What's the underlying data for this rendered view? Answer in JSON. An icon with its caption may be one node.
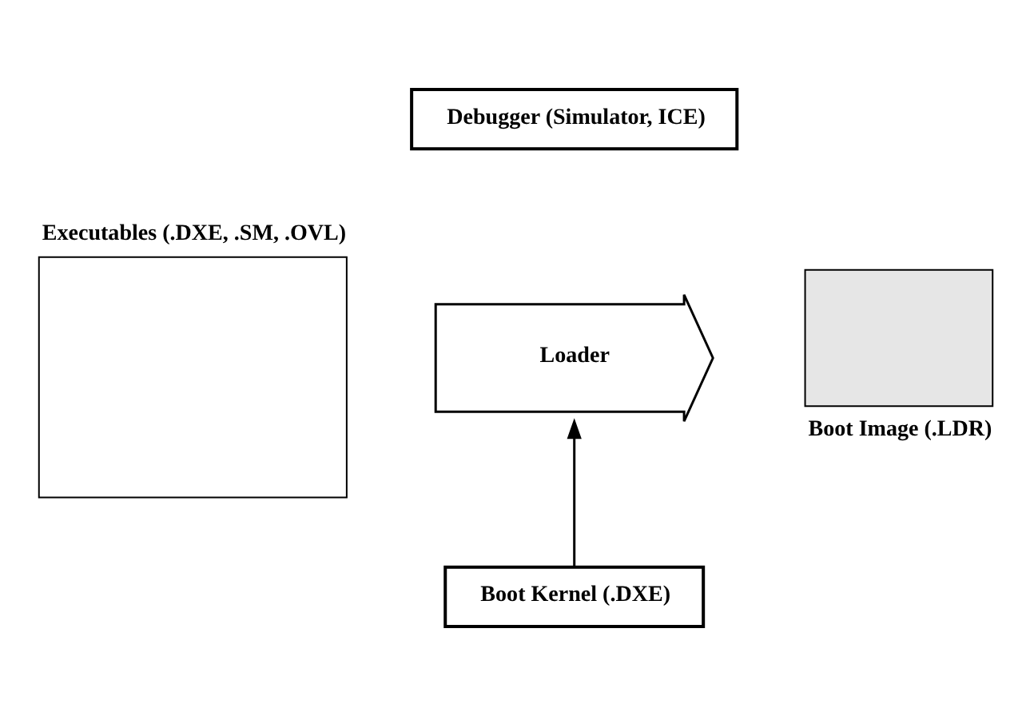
{
  "diagram": {
    "nodes": [
      {
        "text": [
          "Executables (.DXE, .SM, .OVL)"
        ]
      },
      {
        "text": [
          "Debugger (Simulator, ICE)"
        ]
      },
      {
        "text": [
          "Loader"
        ]
      },
      {
        "text": [
          "Boot Image (.LDR)"
        ]
      },
      {
        "text": [
          "Boot Kernel (.DXE)"
        ]
      }
    ],
    "edges": [
      {
        "from": 4,
        "to": 2,
        "arrow": "to"
      }
    ]
  }
}
